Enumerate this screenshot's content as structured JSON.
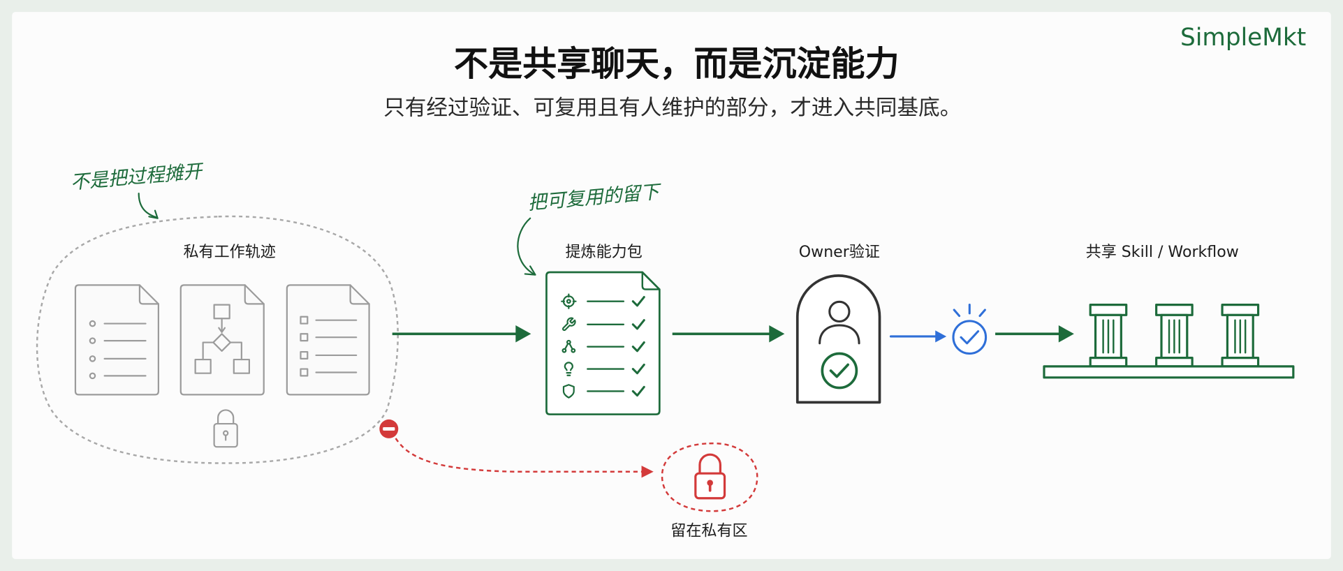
{
  "brand": {
    "name": "SimpleMkt"
  },
  "header": {
    "title": "不是共享聊天，而是沉淀能力",
    "subtitle": "只有经过验证、可复用且有人维护的部分，才进入共同基底。"
  },
  "annotations": {
    "not_spread_process": "不是把过程摊开",
    "keep_reusable": "把可复用的留下"
  },
  "flow": {
    "private_trace": {
      "label": "私有工作轨迹",
      "documents": [
        "bullet-list-document-icon",
        "flowchart-document-icon",
        "checklist-document-icon"
      ],
      "icon": "lock-icon"
    },
    "capability_pack": {
      "label": "提炼能力包",
      "icon": "document-icon",
      "items": [
        {
          "icon": "crosshair-icon",
          "checked": true
        },
        {
          "icon": "wrench-icon",
          "checked": true
        },
        {
          "icon": "nodes-icon",
          "checked": true
        },
        {
          "icon": "lightbulb-icon",
          "checked": true
        },
        {
          "icon": "shield-icon",
          "checked": true
        }
      ]
    },
    "owner_verification": {
      "label": "Owner验证",
      "icons": [
        "person-icon",
        "check-circle-icon"
      ]
    },
    "verified_badge": {
      "icon": "verified-check-icon"
    },
    "shared": {
      "label": "共享 Skill / Workflow",
      "icon": "pillars-icon"
    },
    "private_remainder": {
      "label": "留在私有区",
      "icons": [
        "blocked-icon",
        "lock-icon"
      ]
    }
  },
  "colors": {
    "background": "#e9efea",
    "card": "#fcfcfc",
    "primary_green": "#1d6b3b",
    "verify_blue": "#2f6fd8",
    "reject_red": "#d33a3a",
    "neutral_gray": "#9b9b9b",
    "outline_dark": "#333333",
    "text_dark": "#151515"
  }
}
